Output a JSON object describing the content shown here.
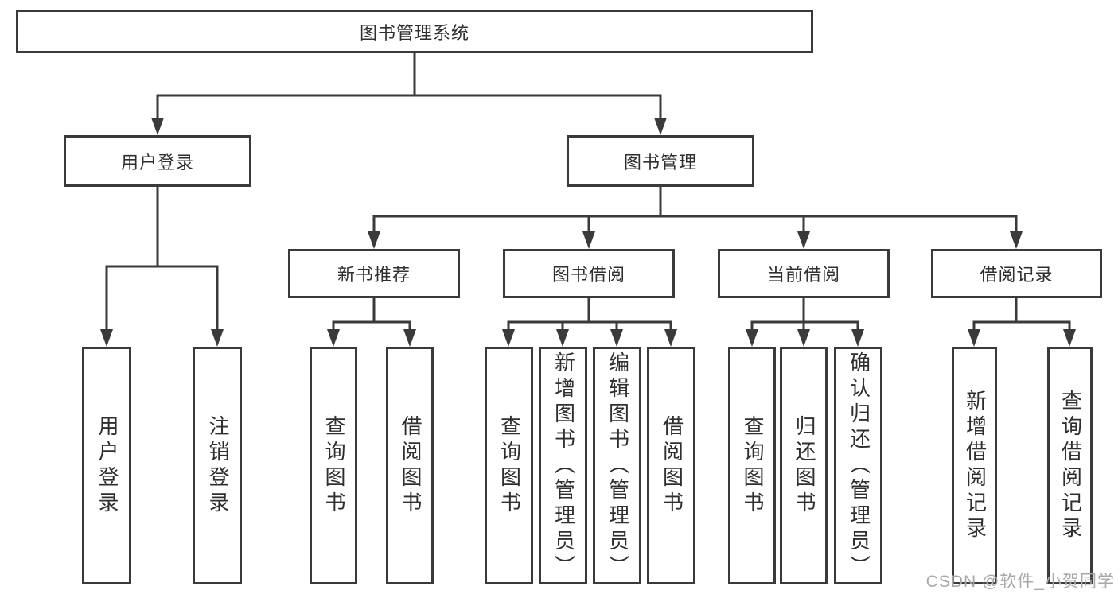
{
  "diagram": {
    "root": {
      "label": "图书管理系统"
    },
    "level2": [
      {
        "label": "用户登录"
      },
      {
        "label": "图书管理"
      }
    ],
    "level3": [
      {
        "label": "新书推荐",
        "parent": "图书管理"
      },
      {
        "label": "图书借阅",
        "parent": "图书管理"
      },
      {
        "label": "当前借阅",
        "parent": "图书管理"
      },
      {
        "label": "借阅记录",
        "parent": "图书管理"
      }
    ],
    "leaves": [
      {
        "label": "用户登录",
        "parent": "用户登录"
      },
      {
        "label": "注销登录",
        "parent": "用户登录"
      },
      {
        "label": "查询图书",
        "parent": "新书推荐"
      },
      {
        "label": "借阅图书",
        "parent": "新书推荐"
      },
      {
        "label": "查询图书",
        "parent": "图书借阅"
      },
      {
        "label": "新增图书（管理员）",
        "parent": "图书借阅"
      },
      {
        "label": "编辑图书（管理员）",
        "parent": "图书借阅"
      },
      {
        "label": "借阅图书",
        "parent": "图书借阅"
      },
      {
        "label": "查询图书",
        "parent": "当前借阅"
      },
      {
        "label": "归还图书",
        "parent": "当前借阅"
      },
      {
        "label": "确认归还（管理员）",
        "parent": "当前借阅"
      },
      {
        "label": "新增借阅记录",
        "parent": "借阅记录"
      },
      {
        "label": "查询借阅记录",
        "parent": "借阅记录"
      }
    ],
    "watermark": "CSDN @软件_小贺同学",
    "colors": {
      "line": "#3a3a3a",
      "text": "#2f2f2f",
      "background": "#ffffff",
      "watermark": "#a8a8a8"
    }
  }
}
